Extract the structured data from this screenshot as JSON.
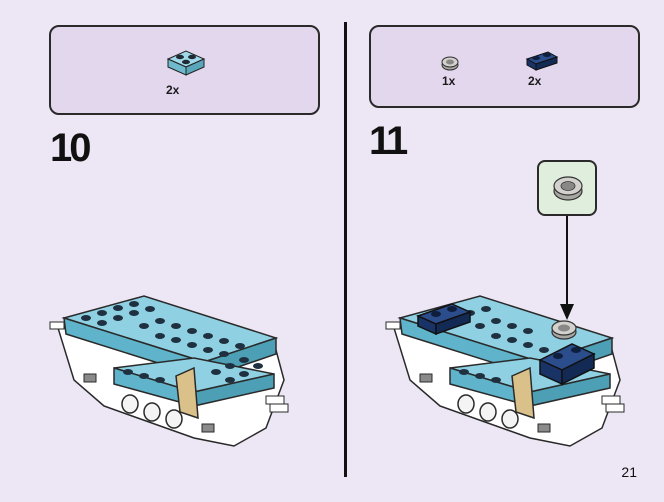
{
  "steps": [
    {
      "number": "10",
      "parts": [
        {
          "qty": "2x",
          "icon": "light-blue-plate-icon",
          "color": "#7fc9dd"
        }
      ]
    },
    {
      "number": "11",
      "parts": [
        {
          "qty": "1x",
          "icon": "light-grey-round-tile-icon",
          "color": "#c9c7c4"
        },
        {
          "qty": "2x",
          "icon": "dark-blue-plate-icon",
          "color": "#1f3a6e"
        }
      ]
    }
  ],
  "page": {
    "number": "21"
  },
  "colors": {
    "background": "#ede6f4",
    "parts_box": "#e3d7ee",
    "callout": "#dfeedd",
    "light_blue": "#7fc9dd",
    "dark_blue": "#1f3a6e",
    "white": "#ffffff",
    "tan": "#d9c189"
  }
}
